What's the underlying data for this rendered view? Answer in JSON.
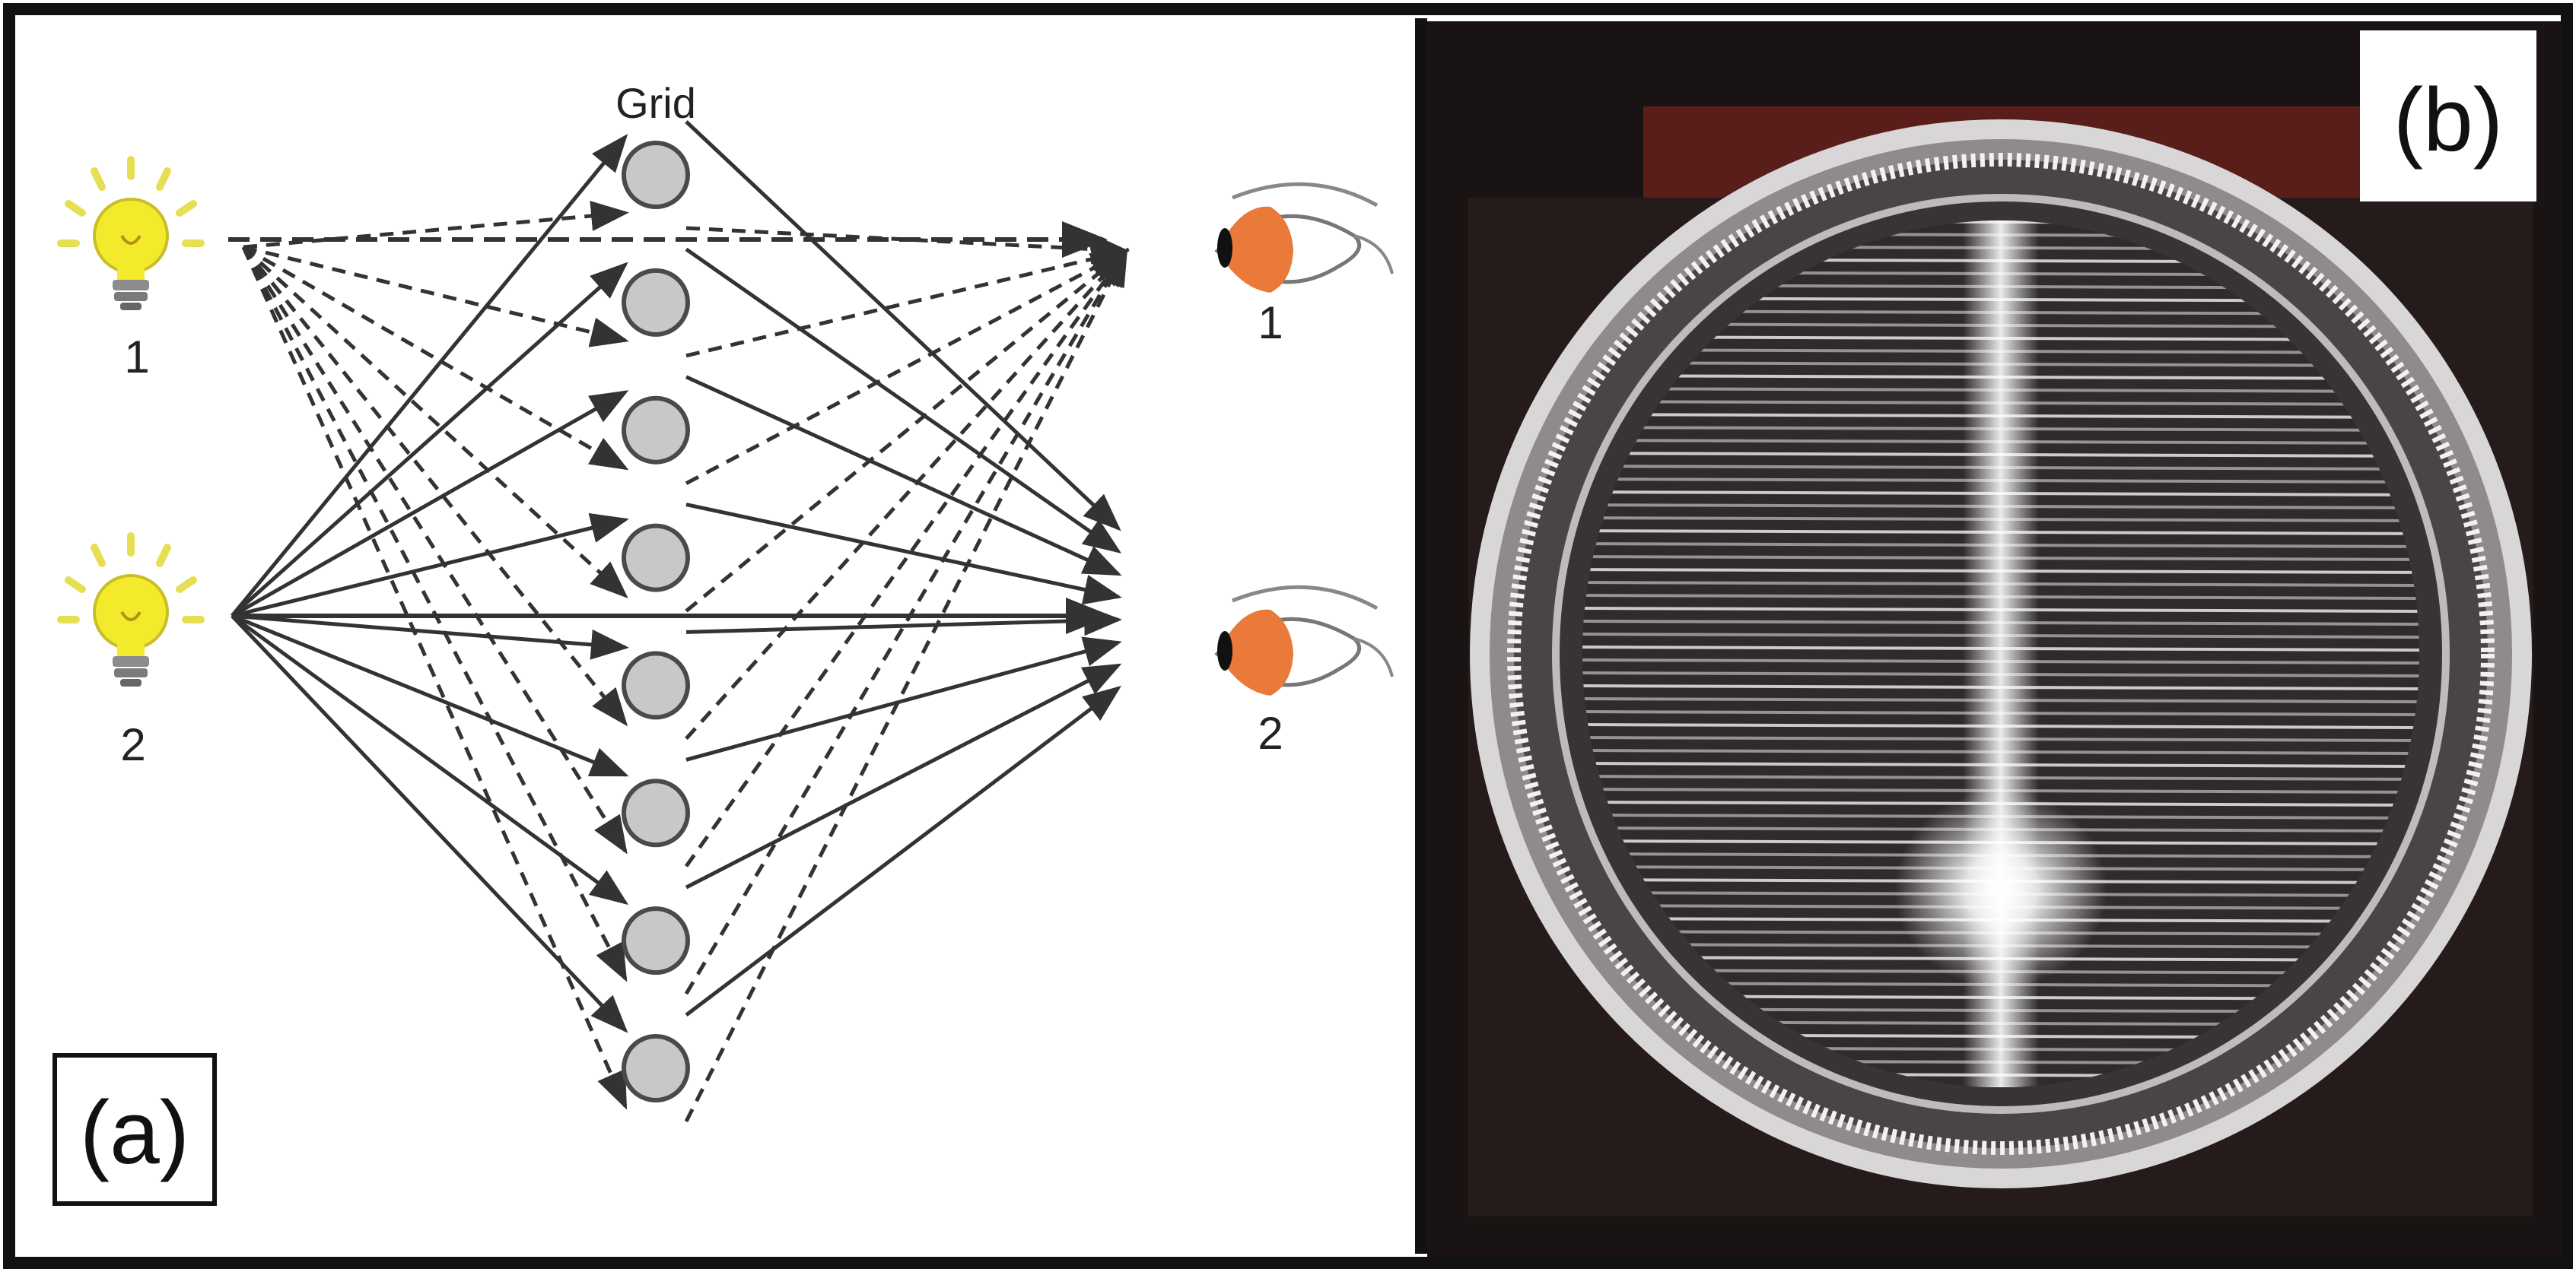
{
  "panel_a": {
    "label": "(a)",
    "grid_label": "Grid",
    "light_labels": [
      "1",
      "2"
    ],
    "eye_labels": [
      "1",
      "2"
    ],
    "grid_wire_count": 8
  },
  "panel_b": {
    "label": "(b)"
  },
  "colors": {
    "frame": "#111111",
    "bulb": "#f3ea2c",
    "bulb_rays": "#e7df53",
    "grid_wire": "#c8c8c8",
    "ray_line": "#333333",
    "iris": "#e97a3a",
    "photo_background": "#1a1313"
  }
}
